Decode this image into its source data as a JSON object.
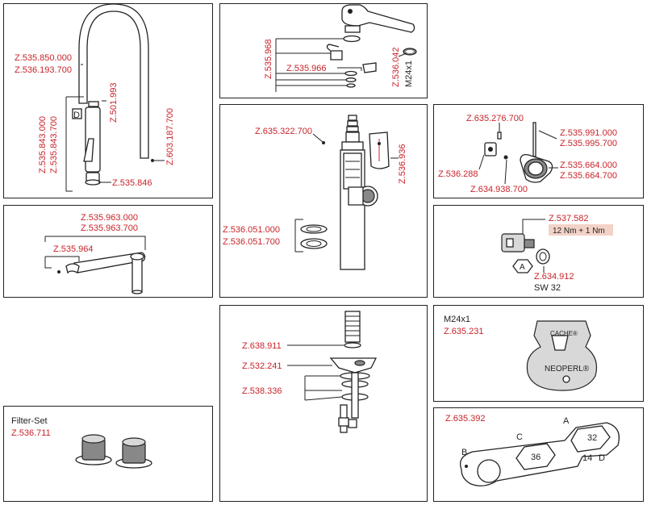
{
  "panels": {
    "spout": {
      "labels": [
        "Z.535.850.000",
        "Z.536.193.700",
        "Z.501.993",
        "Z.535.843.000",
        "Z.535.843.700",
        "Z.535.846",
        "Z.603.187.700"
      ],
      "badge": "D"
    },
    "lever": {
      "labels": [
        "Z.535.968",
        "Z.535.966",
        "Z.536.042"
      ],
      "thread": "M24x1"
    },
    "body": {
      "labels": [
        "Z.635.322.700",
        "Z.536.936",
        "Z.536.051.000",
        "Z.536.051.700"
      ]
    },
    "handle": {
      "labels": [
        "Z.635.276.700",
        "Z.535.991.000",
        "Z.535.995.700",
        "Z.536.288",
        "Z.535.664.000",
        "Z.535.664.700",
        "Z.634.938.700"
      ]
    },
    "arm": {
      "labels": [
        "Z.535.963.000",
        "Z.535.963.700",
        "Z.535.964"
      ]
    },
    "cartridge": {
      "labels": [
        "Z.537.582",
        "Z.634.912"
      ],
      "torque": "12 Nm + 1 Nm",
      "badge": "A",
      "wrench_size": "SW 32"
    },
    "mount": {
      "labels": [
        "Z.638.911",
        "Z.532.241",
        "Z.538.336"
      ]
    },
    "aerator_key": {
      "thread": "M24x1",
      "label": "Z.635.231",
      "brand_top": "CACHE®",
      "brand_main": "NEOPERL®"
    },
    "filter": {
      "title": "Filter-Set",
      "label": "Z.536.711"
    },
    "wrench": {
      "label": "Z.635.392",
      "letters": [
        "A",
        "B",
        "C",
        "D"
      ],
      "sizes": [
        "32",
        "36",
        "14"
      ]
    }
  }
}
